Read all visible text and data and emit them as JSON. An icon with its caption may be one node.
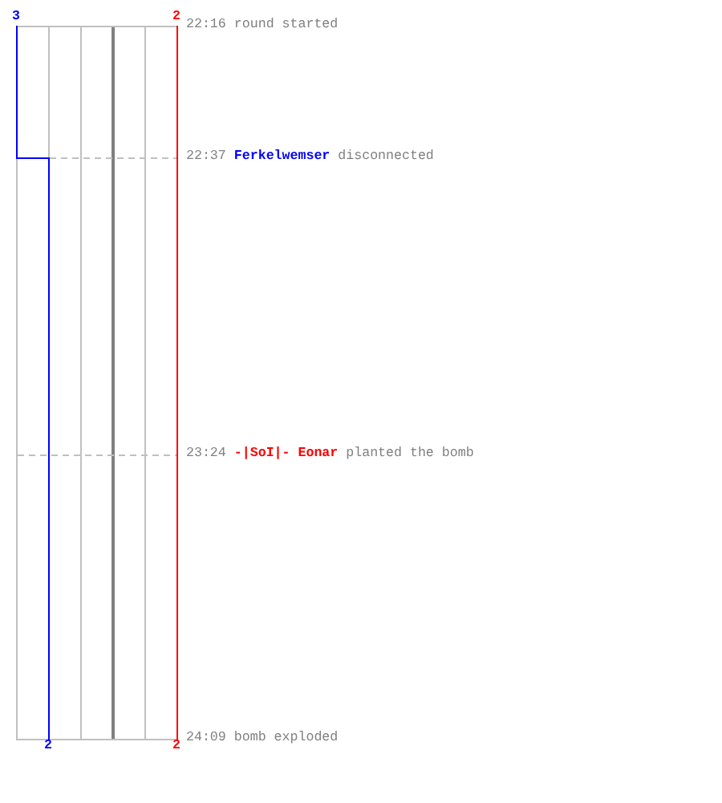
{
  "diagram": {
    "labels": [
      "3",
      "2",
      "22:16",
      "round started",
      "22:37",
      "Ferkelwemser",
      "disconnected",
      "23:24",
      "-|SoI|- Eonar",
      "planted the bomb",
      "2",
      "2",
      "24:09",
      "bomb exploded"
    ]
  }
}
